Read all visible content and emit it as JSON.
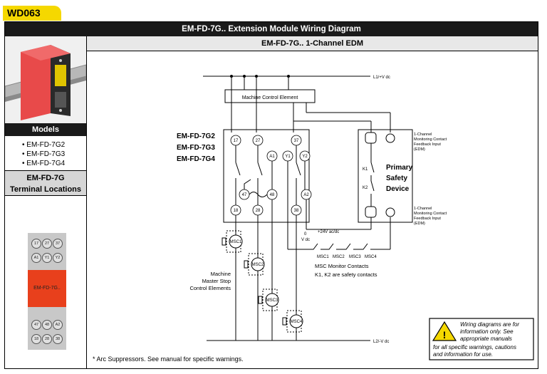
{
  "doc_id": "WD063",
  "title": "EM-FD-7G.. Extension Module Wiring Diagram",
  "subtitle": "EM-FD-7G.. 1-Channel EDM",
  "models": {
    "heading": "Models",
    "items": [
      "EM-FD-7G2",
      "EM-FD-7G3",
      "EM-FD-7G4"
    ]
  },
  "terminal_locations": {
    "heading_line1": "EM-FD-7G",
    "heading_line2": "Terminal Locations",
    "top_row": [
      "17",
      "27",
      "37"
    ],
    "second_row": [
      "A1",
      "Y1",
      "Y2"
    ],
    "module_label": "EM-FD-7G..",
    "bottom_row1": [
      "47",
      "48",
      "A2"
    ],
    "bottom_row2": [
      "18",
      "28",
      "38"
    ]
  },
  "diagram": {
    "l1_label": "L1/+V dc",
    "l2_label": "L2/-V dc",
    "mce_label": "Machine Control Element",
    "model_labels": [
      "EM-FD-7G2",
      "EM-FD-7G3",
      "EM-FD-7G4"
    ],
    "terminals": {
      "t17": "17",
      "t27": "27",
      "t37": "37",
      "a1": "A1",
      "y1": "Y1",
      "y2": "Y2",
      "t47": "47",
      "t48": "48",
      "a2": "A2",
      "t18": "18",
      "t28": "28",
      "t38": "38"
    },
    "zero_v": "0",
    "vdc": "V dc",
    "plus24": "+24V ac/dc",
    "psd_line1": "Primary",
    "psd_line2": "Safety",
    "psd_line3": "Device",
    "k1": "K1",
    "k2": "K2",
    "edm_top": [
      "1-Channel",
      "Monitoring Contact",
      "Feedback Input",
      "(EDM)"
    ],
    "edm_bottom": [
      "1-Channel",
      "Monitoring Contact",
      "Feedback Input",
      "(EDM)"
    ],
    "msc_contacts": [
      "MSC1",
      "MSC2",
      "MSC3",
      "MSC4"
    ],
    "msc_note1": "MSC Monitor Contacts",
    "msc_note2": "K1, K2 are safety contacts",
    "msc_coils": [
      "MSC1",
      "MSC2",
      "MSC3",
      "MSC4"
    ],
    "machine_label": [
      "Machine",
      "Master Stop",
      "Control Elements"
    ],
    "footnote": "* Arc Suppressors. See manual for specific warnings.",
    "warning": [
      "Wiring diagrams are for",
      "information only. See",
      "appropriate manuals",
      "for all specific warnings, cautions",
      "and information for use."
    ]
  }
}
